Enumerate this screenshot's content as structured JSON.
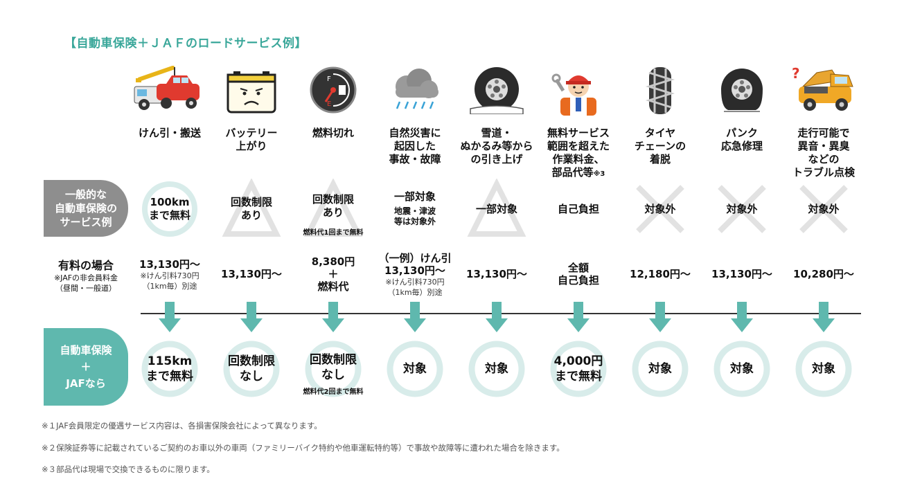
{
  "title": "【自動車保険＋ＪＡＦのロードサービス例】",
  "labels": {
    "general": "一般的な\n自動車保険の\nサービス例",
    "paid_title": "有料の場合",
    "paid_note": "※JAFの非会員料金\n（昼間・一般道）",
    "jaf": "自動車保険\n＋\nJAFなら"
  },
  "colors": {
    "accent": "#3aa79a",
    "jaf_label": "#5fb8ae",
    "general_label": "#8e8e8e",
    "ring": "#d8ecea",
    "mark_gray": "#e2e2e2"
  },
  "services": [
    {
      "icon": "tow-truck-icon",
      "name": "けん引・搬送",
      "general_mark": "circle",
      "general": "100km\nまで無料",
      "general_note": "",
      "paid": "13,130円〜",
      "paid_note": "※けん引料730円\n（1km毎）別途",
      "jaf": "115km\nまで無料",
      "jaf_note": ""
    },
    {
      "icon": "battery-icon",
      "name": "バッテリー\n上がり",
      "general_mark": "triangle",
      "general": "回数制限\nあり",
      "general_note": "",
      "paid": "13,130円〜",
      "paid_note": "",
      "jaf": "回数制限\nなし",
      "jaf_note": ""
    },
    {
      "icon": "fuel-gauge-icon",
      "name": "燃料切れ",
      "general_mark": "triangle",
      "general": "回数制限\nあり",
      "general_note": "燃料代1回まで無料",
      "paid": "8,380円\n＋\n燃料代",
      "paid_note": "",
      "jaf": "回数制限\nなし",
      "jaf_note": "燃料代2回まで無料"
    },
    {
      "icon": "storm-cloud-icon",
      "name": "自然災害に\n起因した\n事故・故障",
      "general_mark": "none",
      "general": "一部対象",
      "general_note": "地震・津波\n等は対象外",
      "paid": "（一例）けん引\n13,130円〜",
      "paid_note": "※けん引料730円\n（1km毎）別途",
      "jaf": "対象",
      "jaf_note": ""
    },
    {
      "icon": "tire-stuck-icon",
      "name": "雪道・\nぬかるみ等から\nの引き上げ",
      "general_mark": "triangle",
      "general": "一部対象",
      "general_note": "",
      "paid": "13,130円〜",
      "paid_note": "",
      "jaf": "対象",
      "jaf_note": ""
    },
    {
      "icon": "mechanic-icon",
      "name": "無料サービス\n範囲を超えた\n作業料金、\n部品代等",
      "name_sup": "※3",
      "general_mark": "none",
      "general": "自己負担",
      "general_note": "",
      "paid": "全額\n自己負担",
      "paid_note": "",
      "jaf": "4,000円\nまで無料",
      "jaf_note": ""
    },
    {
      "icon": "tire-chain-icon",
      "name": "タイヤ\nチェーンの\n着脱",
      "general_mark": "cross",
      "general": "対象外",
      "general_note": "",
      "paid": "12,180円〜",
      "paid_note": "",
      "jaf": "対象",
      "jaf_note": ""
    },
    {
      "icon": "flat-tire-icon",
      "name": "パンク\n応急修理",
      "general_mark": "cross",
      "general": "対象外",
      "general_note": "",
      "paid": "13,130円〜",
      "paid_note": "",
      "jaf": "対象",
      "jaf_note": ""
    },
    {
      "icon": "broken-car-icon",
      "name": "走行可能で\n異音・異臭\nなどの\nトラブル点検",
      "general_mark": "cross",
      "general": "対象外",
      "general_note": "",
      "paid": "10,280円〜",
      "paid_note": "",
      "jaf": "対象",
      "jaf_note": ""
    }
  ],
  "footnotes": [
    "※１JAF会員限定の優遇サービス内容は、各損害保険会社によって異なります。",
    "※２保険証券等に記載されているご契約のお車以外の車両（ファミリーバイク特約や他車運転特約等）で事故や故障等に遭われた場合を除きます。",
    "※３部品代は現場で交換できるものに限ります。"
  ]
}
